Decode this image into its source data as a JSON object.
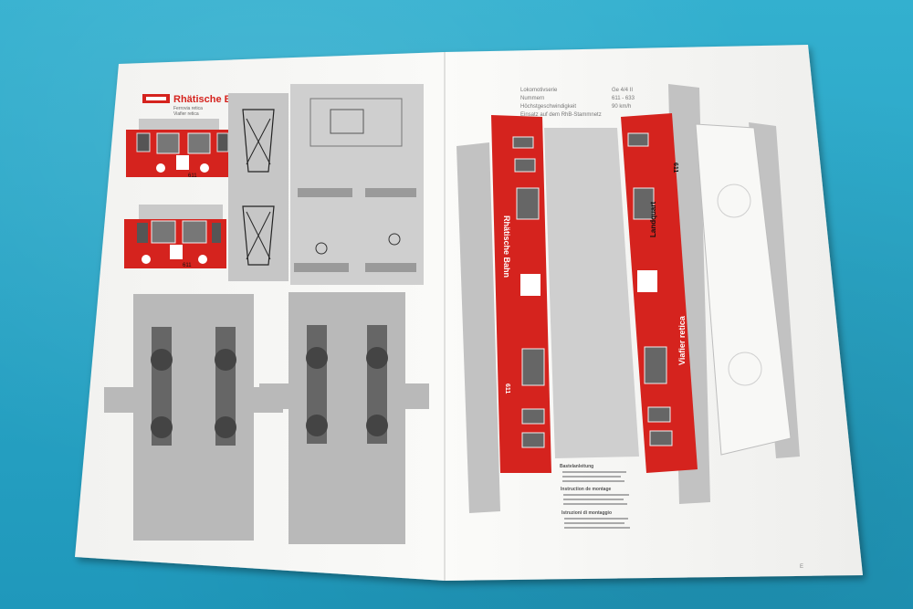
{
  "sheet": {
    "brand": "Rhätische Bahn",
    "brand_sub1": "Ferrovia retica",
    "brand_sub2": "Viafier retica",
    "specs": [
      {
        "label": "Lokomotivserie",
        "value": "Ge 4/4 II"
      },
      {
        "label": "Nummern",
        "value": "611 - 633"
      },
      {
        "label": "Höchstgeschwindigkeit",
        "value": "90 km/h"
      },
      {
        "label": "Einsatz auf dem RhB-Stammnetz",
        "value": ""
      }
    ],
    "loco_number": "611",
    "loco_name": "Landquart",
    "side_text_1": "Rhätische Bahn",
    "side_text_2": "Viafier retica",
    "instr_heading_de": "Bastelanleitung",
    "instr_heading_fr": "Instruction de montage",
    "instr_heading_it": "Istruzioni di montaggio",
    "page_number": "E"
  },
  "colors": {
    "rhb_red": "#d5231e",
    "paper": "#f4f4f2",
    "part_grey": "#b9b9b9",
    "tablecloth": "#2aa6c7"
  }
}
